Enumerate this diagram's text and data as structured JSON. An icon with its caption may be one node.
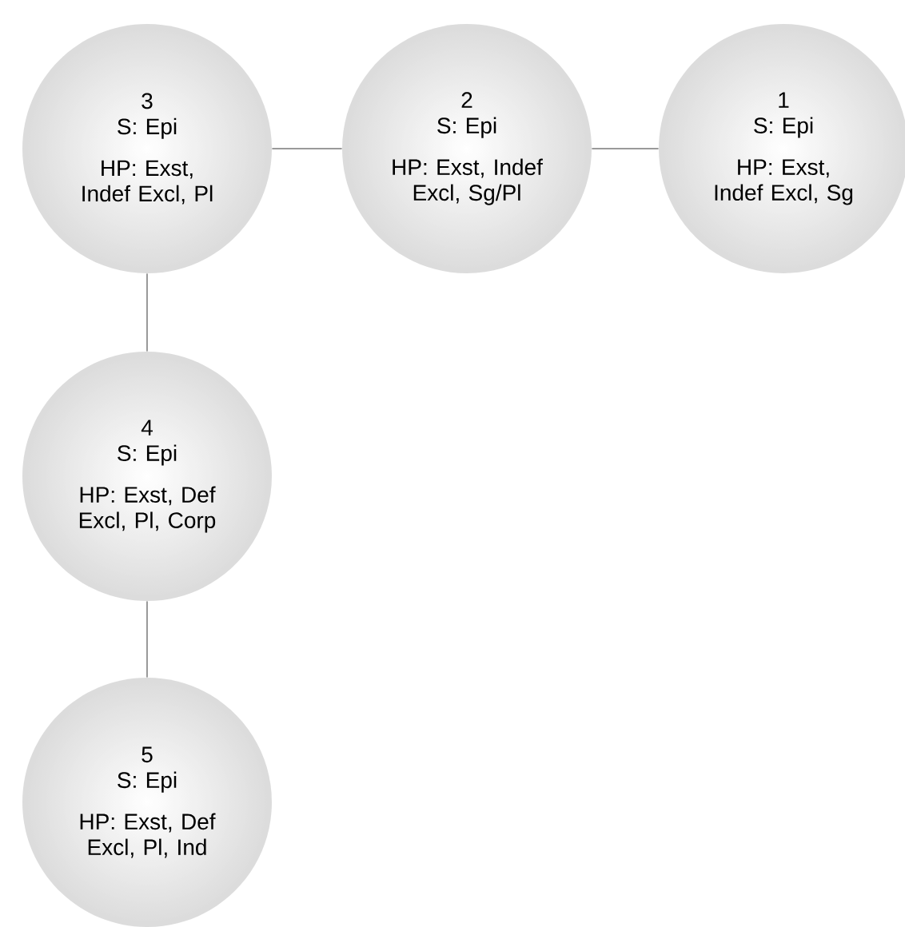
{
  "diagram": {
    "nodes": [
      {
        "text": [
          "3",
          "S: Epi",
          "HP: Exst, Indef Excl, Pl"
        ]
      },
      {
        "text": [
          "2",
          "S: Epi",
          "HP: Exst, Indef Excl, Sg/Pl"
        ]
      },
      {
        "text": [
          "1",
          "S: Epi",
          "HP: Exst, Indef Excl, Sg"
        ]
      },
      {
        "text": [
          "4",
          "S: Epi",
          "HP: Exst, Def Excl, Pl, Corp"
        ]
      },
      {
        "text": [
          "5",
          "S: Epi",
          "HP: Exst, Def Excl, Pl, Ind"
        ]
      }
    ],
    "edges": [
      {
        "from": 2,
        "to": 1,
        "arrow": "none"
      },
      {
        "from": 1,
        "to": 0,
        "arrow": "none"
      },
      {
        "from": 0,
        "to": 3,
        "arrow": "none"
      },
      {
        "from": 3,
        "to": 4,
        "arrow": "none"
      }
    ]
  }
}
